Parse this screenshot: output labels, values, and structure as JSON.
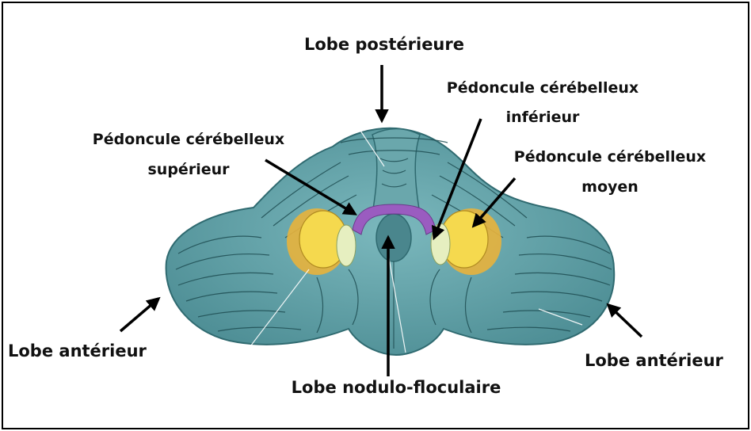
{
  "labels": {
    "posterior": "Lobe postérieure",
    "inferior_line1": "Pédoncule cérébelleux",
    "inferior_line2": "inférieur",
    "superior_line1": "Pédoncule cérébelleux",
    "superior_line2": "supérieur",
    "middle_line1": "Pédoncule cérébelleux",
    "middle_line2": "moyen",
    "anterior_left": "Lobe antérieur",
    "anterior_right": "Lobe antérieur",
    "nodulo": "Lobe nodulo-floculaire"
  },
  "colors": {
    "tissue": "#5e9ea4",
    "tissue_dark": "#2f6a70",
    "peduncle_yellow": "#f2d24a",
    "peduncle_purple": "#9a5cc0",
    "arrow": "#000000"
  }
}
